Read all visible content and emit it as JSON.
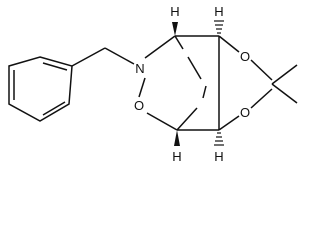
{
  "molecule": {
    "atom_labels": {
      "nitrogen": "N",
      "oxygen_ring": "O",
      "oxygen_upper": "O",
      "oxygen_lower": "O",
      "h_top_left": "H",
      "h_top_right": "H",
      "h_bottom_left": "H",
      "h_bottom_right": "H"
    }
  }
}
